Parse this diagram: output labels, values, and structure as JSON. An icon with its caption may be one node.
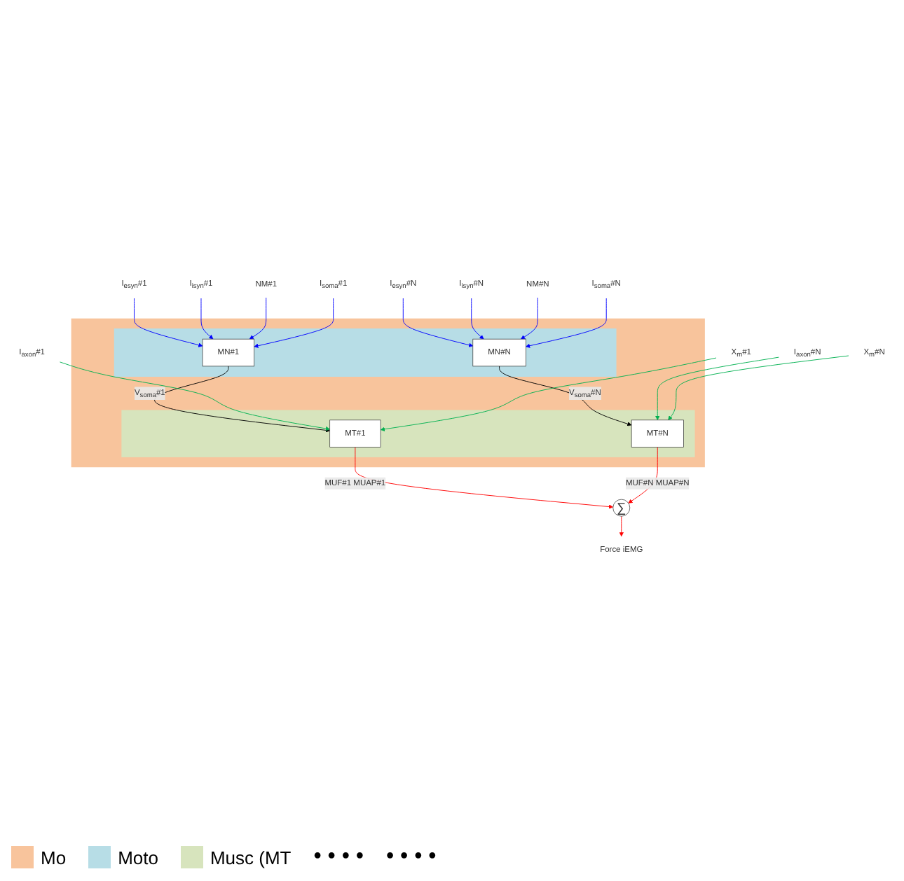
{
  "diagram": {
    "nodes": [
      {
        "text": [
          "I$_{esyn}$#1"
        ]
      },
      {
        "text": [
          "I$_{isyn}$#1"
        ]
      },
      {
        "text": [
          "NM#1"
        ]
      },
      {
        "text": [
          "I$_{esyn}$#N"
        ]
      },
      {
        "text": [
          "I$_{isyn}$#N"
        ]
      },
      {
        "text": [
          "NM#N"
        ]
      },
      {
        "text": [],
        "shape": "box"
      },
      {
        "text": [],
        "shape": "box",
        "in": 6
      },
      {
        "text": [
          "MN#1"
        ],
        "in": 7
      },
      {
        "text": [
          "MN#N"
        ],
        "in": 7
      },
      {
        "text": [
          "I$_{soma}$#1"
        ]
      },
      {
        "text": [
          "I$_{soma}$#N"
        ]
      },
      {
        "text": [
          "I$_{axon}$#1"
        ]
      },
      {
        "text": [
          "I$_{axon}$#N"
        ]
      },
      {
        "text": [
          "X$_{m}$#1"
        ]
      },
      {
        "text": [
          "X$_{m}$#N"
        ]
      },
      {
        "text": [],
        "shape": "box",
        "in": 6
      },
      {
        "text": [
          "MT#1"
        ],
        "in": 16
      },
      {
        "text": [
          "MT#N"
        ],
        "in": 16
      },
      {
        "text": [
          "∑"
        ]
      },
      {
        "text": [
          "Force iEMG"
        ]
      }
    ],
    "edges": [
      {
        "from": 0,
        "to": 8,
        "arrow": "to"
      },
      {
        "from": 1,
        "to": 8,
        "arrow": "to"
      },
      {
        "from": 2,
        "to": 8,
        "arrow": "to"
      },
      {
        "from": 3,
        "to": 9,
        "arrow": "to"
      },
      {
        "from": 4,
        "to": 9,
        "arrow": "to"
      },
      {
        "from": 5,
        "to": 9,
        "arrow": "to"
      },
      {
        "from": 10,
        "to": 8,
        "arrow": "to"
      },
      {
        "from": 11,
        "to": 9,
        "arrow": "to"
      },
      {
        "from": 8,
        "to": 17,
        "arrow": "to",
        "label": "V$_{soma}$#1",
        "color": "#000000"
      },
      {
        "from": 9,
        "to": 18,
        "arrow": "to",
        "label": "V$_{soma}$#N",
        "color": "#000000"
      },
      {
        "from": 12,
        "to": 17,
        "arrow": "to",
        "color": "#00b050"
      },
      {
        "from": 13,
        "to": 18,
        "arrow": "to",
        "color": "#00b050"
      },
      {
        "from": 14,
        "to": 17,
        "arrow": "to",
        "color": "#00b050"
      },
      {
        "from": 15,
        "to": 18,
        "arrow": "to",
        "color": "#00b050"
      },
      {
        "from": 17,
        "to": 19,
        "arrow": "to",
        "label": "MUF#1 MUAP#1",
        "color": "#ff0000"
      },
      {
        "from": 18,
        "to": 19,
        "arrow": "to",
        "label": "MUF#N MUAP#N",
        "color": "#ff0000"
      },
      {
        "from": 19,
        "to": 20,
        "arrow": "to",
        "color": "#ff0000"
      }
    ],
    "labels": [
      "• • • •",
      "• • • •"
    ],
    "legend": [
      {
        "text": "Mo",
        "color": "#f8c49c"
      },
      {
        "text": "Moto",
        "color": "#b7dde6"
      },
      {
        "text": "Musc (MT",
        "color": "#d7e4bd"
      }
    ]
  }
}
